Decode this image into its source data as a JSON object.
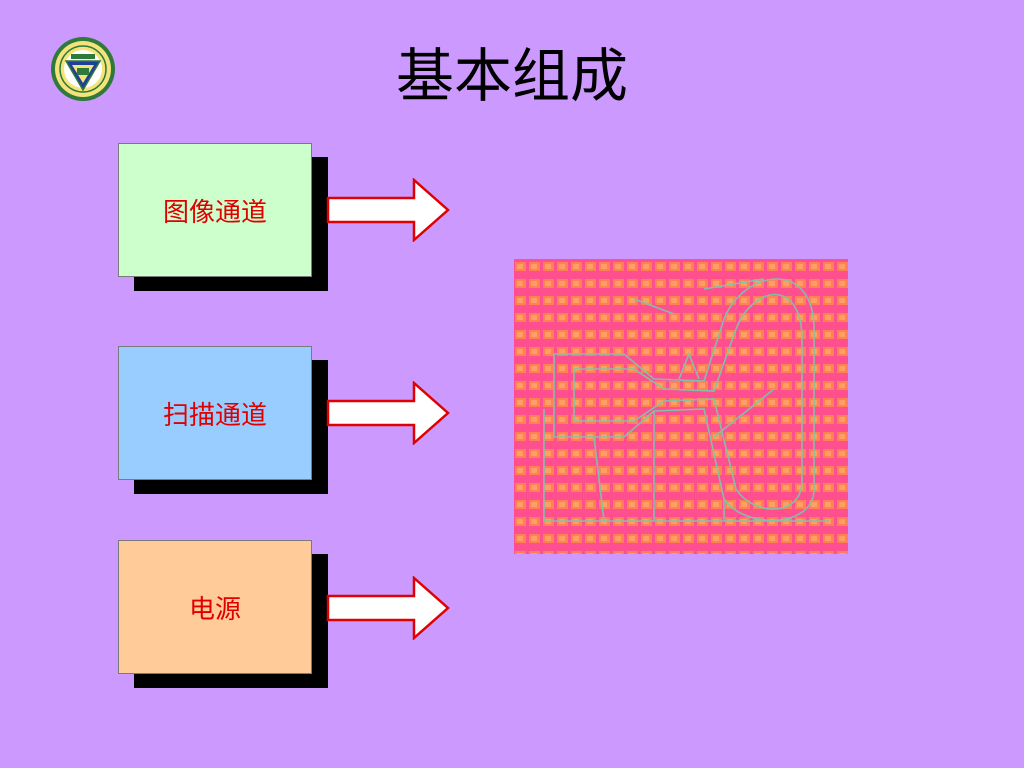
{
  "slide": {
    "title": "基本组成",
    "blocks": [
      {
        "label": "图像通道",
        "color": "#ccffcc"
      },
      {
        "label": "扫描通道",
        "color": "#99ccff"
      },
      {
        "label": "电源",
        "color": "#ffcc99"
      }
    ],
    "colors": {
      "background": "#cc99ff",
      "label_text": "#e00000",
      "arrow_outline": "#e00000",
      "image_base": "#ff4f8f"
    },
    "icons": [
      "university-seal-icon",
      "right-arrow-icon",
      "crt-diagram-image"
    ]
  }
}
